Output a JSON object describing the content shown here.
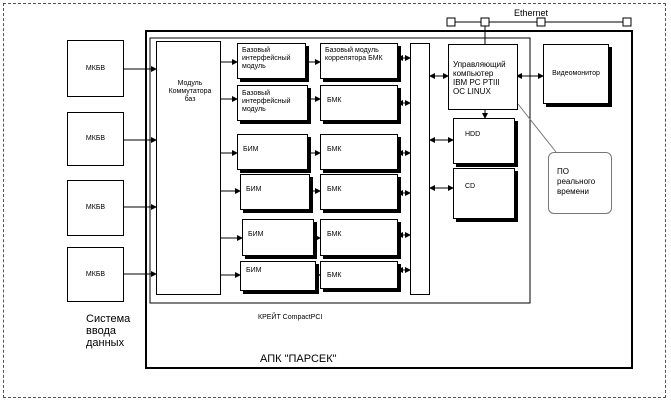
{
  "labels": {
    "ethernet": "Ethernet",
    "mksb": [
      "МКБВ",
      "МКБВ",
      "МКБВ",
      "МКБВ"
    ],
    "switch_module": "Модуль\nКоммутатора\nбаз",
    "base_if_1": "Базовый\nинтерфейсный\nмодуль",
    "base_if_2": "Базовый\nинтерфейсный\nмодуль",
    "correlator": "Базовый модуль\nкоррелятора БМК",
    "bmk": [
      "БМК",
      "БМК",
      "БМК",
      "БМК",
      "БМК"
    ],
    "bim": [
      "БИМ",
      "БИМ",
      "БИМ",
      "БИМ"
    ],
    "controller": "Управляющий\nкомпьютер\nIBM PC PTIII\nОС    LINUX",
    "video": "Видеомонитор",
    "hdd": "HDD",
    "cd": "CD",
    "rt_software": "ПО\nреального\nвремени",
    "input_system": "Система\nввода\nданных",
    "crate": "КРЕЙТ CompactPCI",
    "apk": "АПК \"ПАРСЕК\""
  }
}
